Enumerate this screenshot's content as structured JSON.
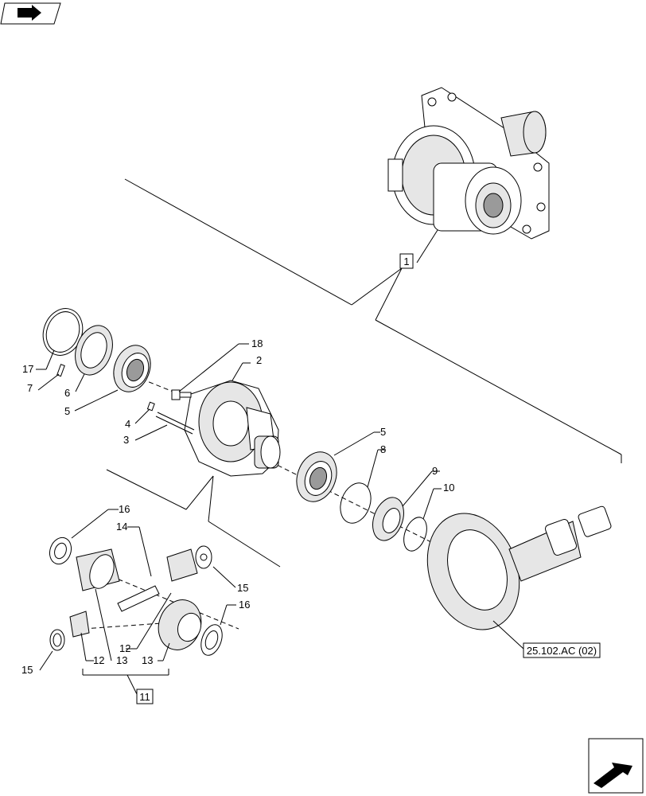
{
  "callouts": {
    "c1": "1",
    "c2": "2",
    "c3": "3",
    "c4": "4",
    "c5a": "5",
    "c5b": "5",
    "c6": "6",
    "c7": "7",
    "c8": "8",
    "c9": "9",
    "c10": "10",
    "c11": "11",
    "c12a": "12",
    "c12b": "12",
    "c13a": "13",
    "c13b": "13",
    "c14": "14",
    "c15a": "15",
    "c15b": "15",
    "c16a": "16",
    "c16b": "16",
    "c17": "17",
    "c18": "18",
    "ref": "25.102.AC (02)"
  },
  "icons": {
    "top_left": "book-arrow-icon",
    "bottom_right": "exploded-view-arrow-icon"
  }
}
